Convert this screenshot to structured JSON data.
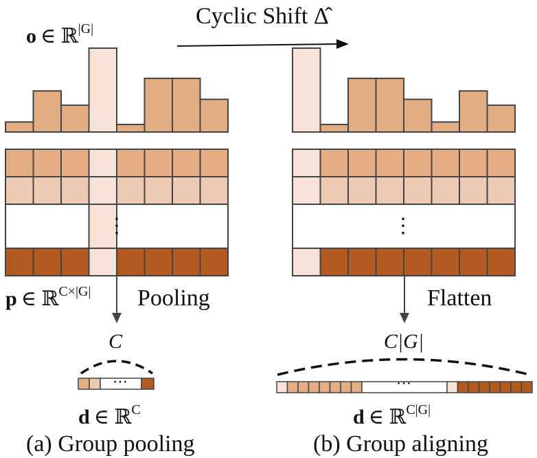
{
  "labels": {
    "cyclic_shift": "Cyclic Shift Δ̂",
    "o_vec": "o",
    "o_space": "∈ ℝ",
    "o_exp": "|G|",
    "p_vec": "p",
    "p_space": "∈ ℝ",
    "p_exp": "C×|G|",
    "pooling": "Pooling",
    "flatten": "Flatten",
    "c_width_left": "C",
    "c_width_right": "C|G|",
    "d_vec_left": "d",
    "d_space_left": "∈ ℝ",
    "d_exp_left": "C",
    "d_vec_right": "d",
    "d_space_right": "∈ ℝ",
    "d_exp_right": "C|G|",
    "ellipsis_vertical": "⋮",
    "ellipsis_horizontal": "⋯",
    "caption_a": "(a) Group pooling",
    "caption_b": "(b) Group aligning"
  },
  "colors": {
    "bar_fill": "#e2ad83",
    "highlight_fill": "#f6e2d6",
    "row1_fill": "#e4ad83",
    "row2_fill": "#edcbb2",
    "row3_fill": "#b25a22",
    "stroke": "#444444"
  },
  "histogram_left": [
    0.12,
    0.49,
    0.32,
    1.0,
    0.09,
    0.64,
    0.64,
    0.39
  ],
  "histogram_right": [
    1.0,
    0.09,
    0.64,
    0.64,
    0.39,
    0.12,
    0.49,
    0.32
  ],
  "highlight_index_left": 3,
  "highlight_index_right": 0,
  "group_count": 8
}
